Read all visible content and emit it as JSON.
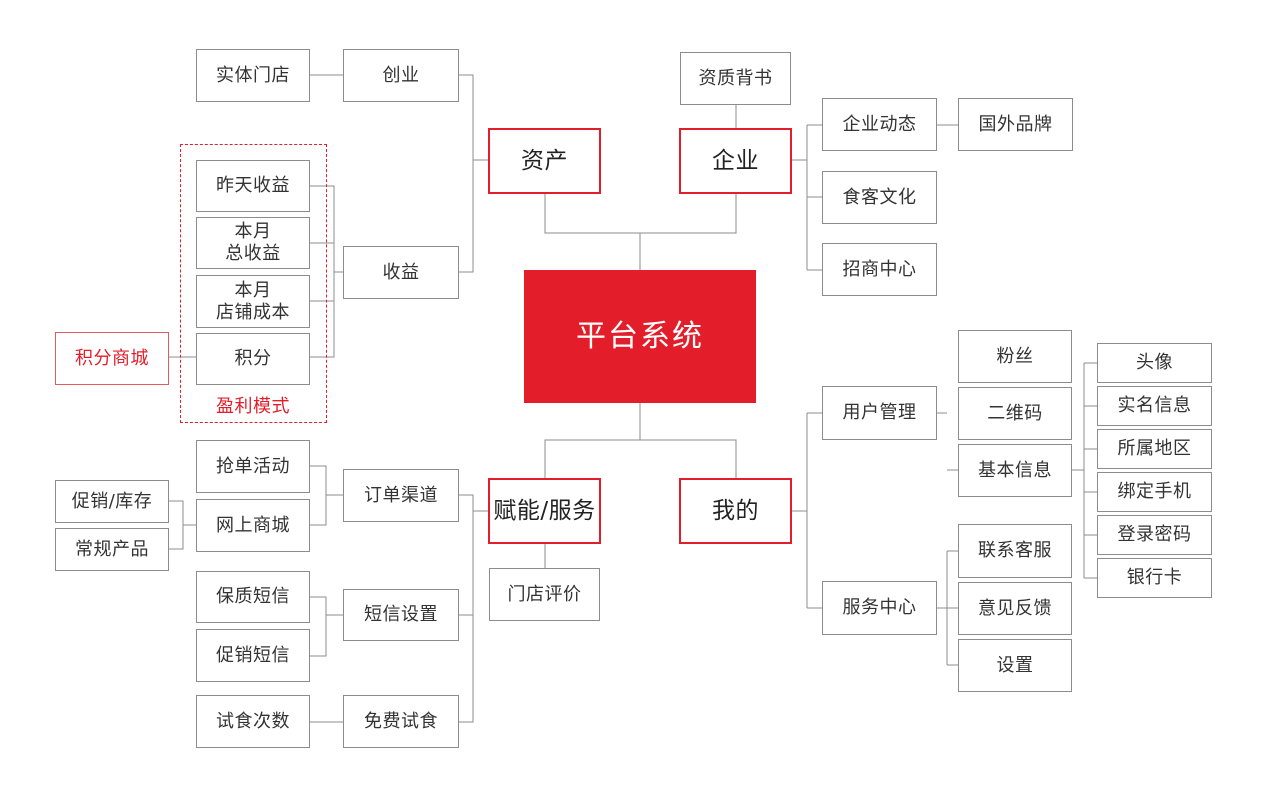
{
  "center": {
    "label": "平台系统"
  },
  "assets": {
    "label": "资产",
    "startup": {
      "label": "创业",
      "store": "实体门店"
    },
    "income": {
      "label": "收益",
      "items": [
        "昨天收益",
        "本月\n总收益",
        "本月\n店铺成本",
        "积分"
      ]
    },
    "points_mall": "积分商城",
    "profit_model": "盈利模式"
  },
  "enterprise": {
    "label": "企业",
    "credential": "资质背书",
    "news": {
      "label": "企业动态",
      "child": "国外品牌"
    },
    "culture": "食客文化",
    "franchise": "招商中心"
  },
  "empower": {
    "label": "赋能/服务",
    "order_channel": {
      "label": "订单渠道",
      "grab": "抢单活动",
      "online": {
        "label": "网上商城",
        "children": [
          "促销/库存",
          "常规产品"
        ]
      }
    },
    "sms": {
      "label": "短信设置",
      "children": [
        "保质短信",
        "促销短信"
      ]
    },
    "trial": {
      "label": "免费试食",
      "child": "试食次数"
    },
    "review": "门店评价"
  },
  "mine": {
    "label": "我的",
    "user_mgmt": {
      "label": "用户管理",
      "fans": "粉丝",
      "qrcode": "二维码",
      "basic_info": {
        "label": "基本信息",
        "children": [
          "头像",
          "实名信息",
          "所属地区",
          "绑定手机",
          "登录密码",
          "银行卡"
        ]
      }
    },
    "service_center": {
      "label": "服务中心",
      "children": [
        "联系客服",
        "意见反馈",
        "设置"
      ]
    }
  },
  "colors": {
    "accent": "#e31e2a",
    "line": "#8c8c8c"
  }
}
